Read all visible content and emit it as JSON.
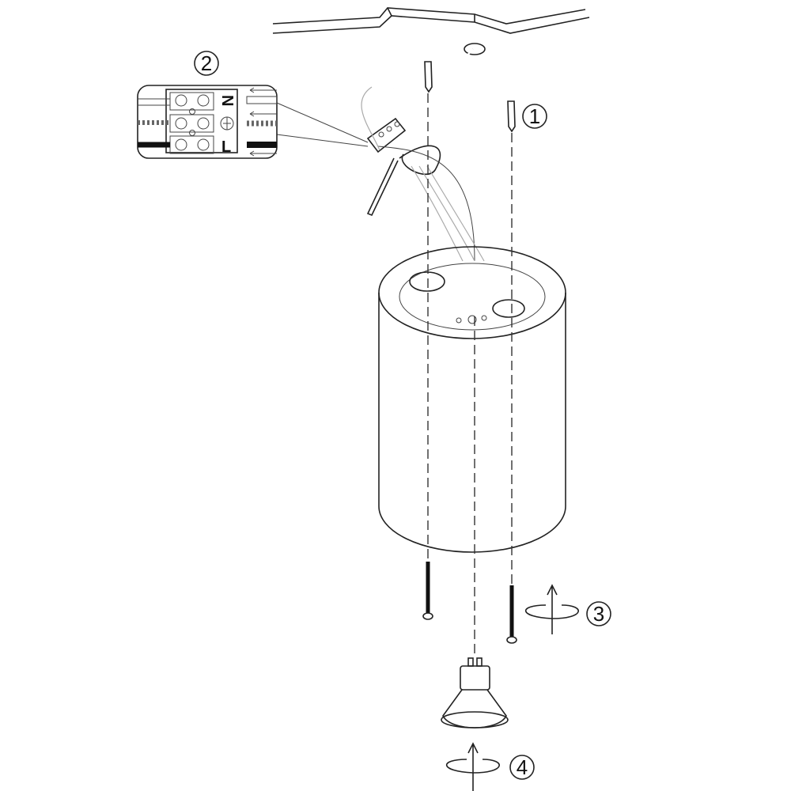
{
  "steps": {
    "s1": "1",
    "s2": "2",
    "s3": "3",
    "s4": "4"
  },
  "wiring": {
    "neutral": "N",
    "live": "L"
  },
  "colors": {
    "line": "#222222",
    "ghost": "#aaaaaa"
  }
}
